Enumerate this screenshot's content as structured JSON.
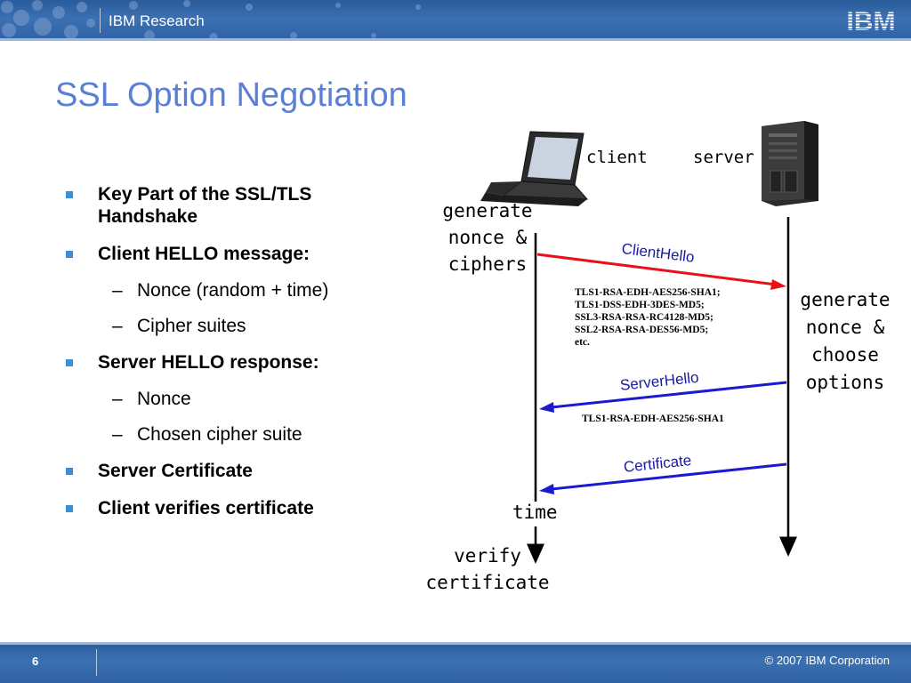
{
  "header": {
    "brand": "IBM Research",
    "logo": "IBM"
  },
  "title": "SSL Option Negotiation",
  "bullets": [
    {
      "text": "Key Part of the SSL/TLS Handshake"
    },
    {
      "text": "Client HELLO message:"
    },
    {
      "text": "Nonce (random + time)"
    },
    {
      "text": "Cipher suites"
    },
    {
      "text": "Server HELLO response:"
    },
    {
      "text": "Nonce"
    },
    {
      "text": "Chosen cipher suite"
    },
    {
      "text": "Server Certificate"
    },
    {
      "text": "Client  verifies certificate"
    }
  ],
  "diagram": {
    "client_label": "client",
    "server_label": "server",
    "client_action_1": [
      "generate",
      "nonce &",
      "ciphers"
    ],
    "server_action": [
      "generate",
      "nonce &",
      "choose",
      "options"
    ],
    "client_action_2": [
      "verify",
      "certificate"
    ],
    "time_label": "time",
    "messages": [
      {
        "label": "ClientHello",
        "color": "#e8101a"
      },
      {
        "label": "ServerHello",
        "color": "#1a1ad0"
      },
      {
        "label": "Certificate",
        "color": "#1a1ad0"
      }
    ],
    "client_suites": [
      "TLS1-RSA-EDH-AES256-SHA1;",
      "TLS1-DSS-EDH-3DES-MD5;",
      "SSL3-RSA-RSA-RC4128-MD5;",
      "SSL2-RSA-RSA-DES56-MD5;",
      "etc."
    ],
    "chosen_suite": "TLS1-RSA-EDH-AES256-SHA1"
  },
  "footer": {
    "page": "6",
    "copyright": "© 2007 IBM Corporation"
  }
}
